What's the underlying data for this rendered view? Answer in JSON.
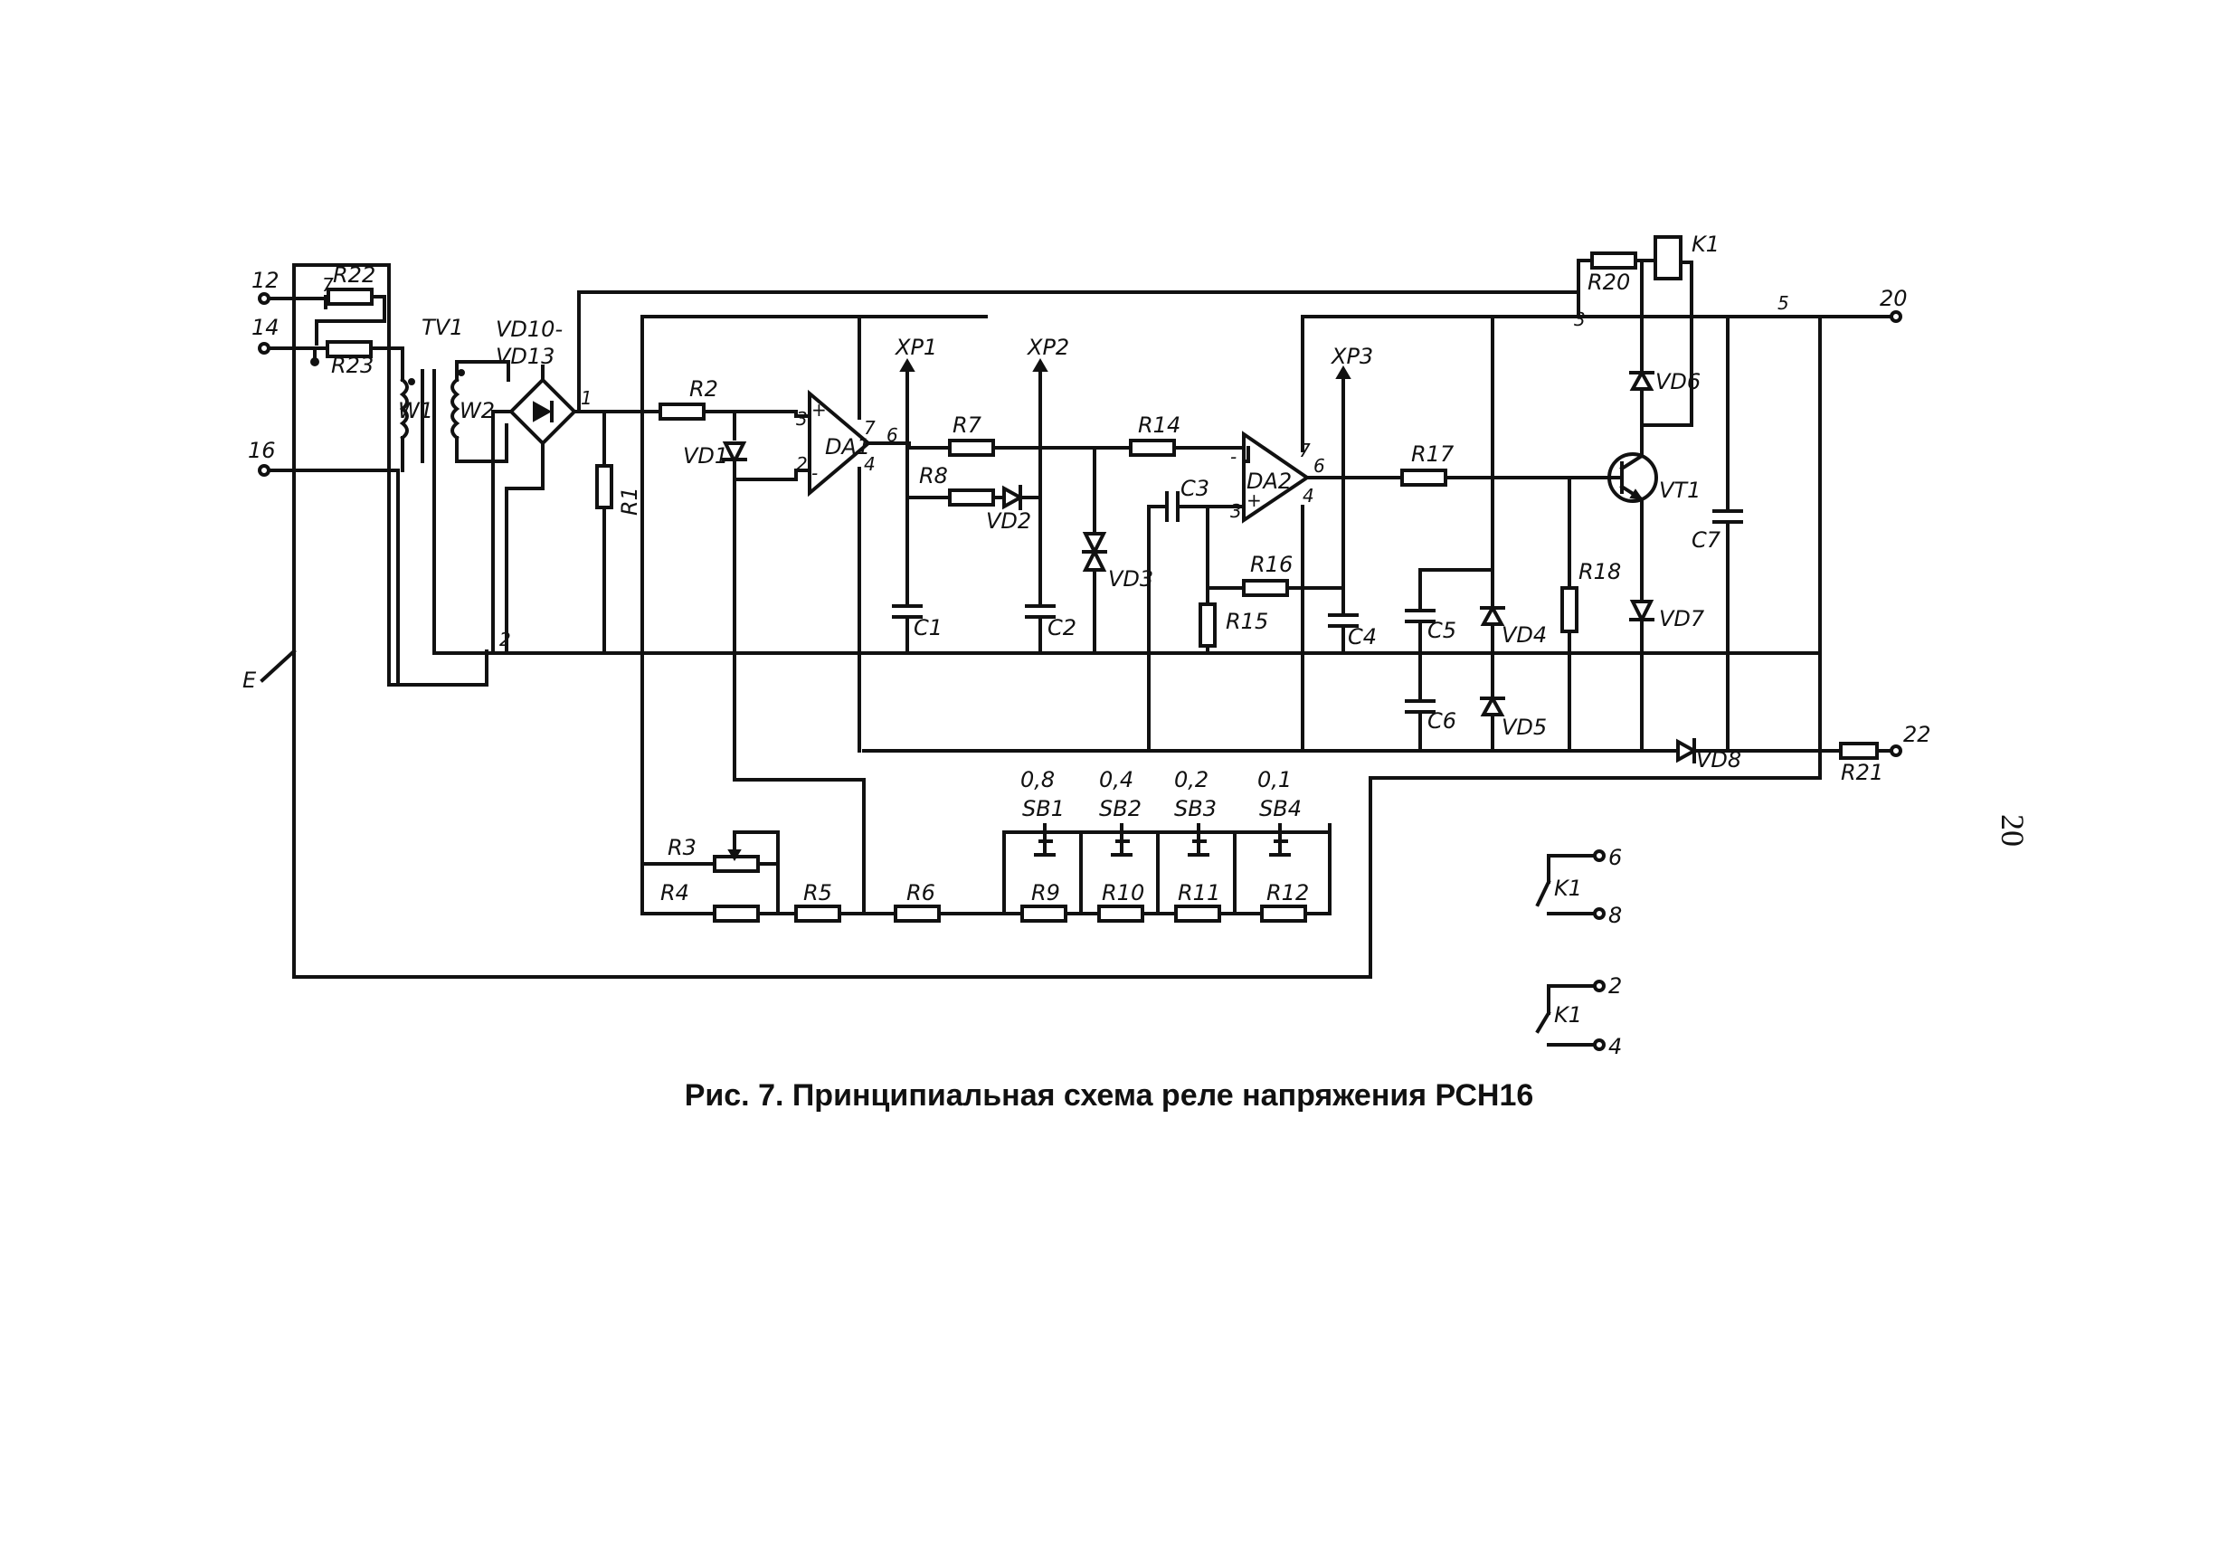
{
  "caption": "Рис. 7. Принципиальная схема реле напряжения РСН16",
  "page_number": "20",
  "components": {
    "R22": "R22",
    "R23": "R23",
    "TV1": "TV1",
    "W1": "W1",
    "W2": "W2",
    "VD10": "VD10-",
    "VD13": "VD13",
    "R1": "R1",
    "R2": "R2",
    "VD1": "VD1",
    "DA1": "DA1",
    "XP1": "XP1",
    "R7": "R7",
    "R8": "R8",
    "VD2": "VD2",
    "XP2": "XP2",
    "C1": "C1",
    "C2": "C2",
    "VD3": "VD3",
    "R14": "R14",
    "C3": "C3",
    "DA2": "DA2",
    "R16": "R16",
    "R15": "R15",
    "XP3": "XP3",
    "C4": "C4",
    "R17": "R17",
    "C5": "C5",
    "C6": "C6",
    "VD4": "VD4",
    "VD5": "VD5",
    "R18": "R18",
    "VT1": "VT1",
    "VD7": "VD7",
    "VD6": "VD6",
    "R20": "R20",
    "K1": "K1",
    "C7": "C7",
    "VD8": "VD8",
    "R21": "R21",
    "R3": "R3",
    "R4": "R4",
    "R5": "R5",
    "R6": "R6",
    "R9": "R9",
    "R10": "R10",
    "R11": "R11",
    "R12": "R12",
    "SB1": "SB1",
    "SB2": "SB2",
    "SB3": "SB3",
    "SB4": "SB4",
    "E": "E"
  },
  "setpoints": [
    "0,8",
    "0,4",
    "0,2",
    "0,1"
  ],
  "terminals": [
    "12",
    "14",
    "16",
    "20",
    "22",
    "6",
    "8",
    "2",
    "4"
  ],
  "pins": {
    "n7": "7",
    "n1": "1",
    "n2": "2",
    "n3": "3",
    "n4": "4",
    "n5": "5",
    "n6": "6",
    "plus": "+",
    "minus": "-"
  }
}
